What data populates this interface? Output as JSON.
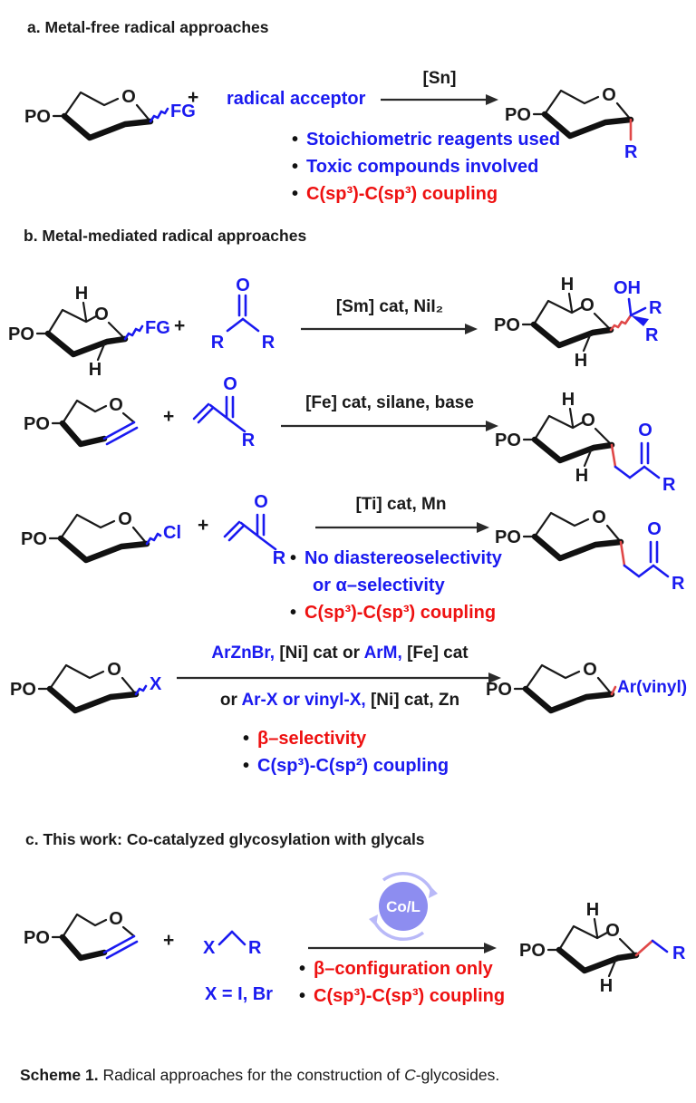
{
  "colors": {
    "blue": "#1a1af0",
    "red": "#ee1111",
    "black": "#1a1a1a",
    "red_bond": "#e04848",
    "badge_fill": "#8d8df0",
    "badge_ring": "#b9b9f8",
    "badge_text": "#ffffff"
  },
  "misc": {
    "bullet": "•",
    "plus": "+"
  },
  "section_a": {
    "heading": "a. Metal-free radical approaches",
    "reactant": {
      "po": "PO",
      "o": "O",
      "fg": "FG"
    },
    "acceptor": "radical acceptor",
    "conditions": "[Sn]",
    "product": {
      "po": "PO",
      "o": "O",
      "r": "R"
    },
    "bullets": [
      {
        "text": "Stoichiometric reagents used",
        "color": "blue"
      },
      {
        "text": "Toxic compounds involved",
        "color": "blue"
      },
      {
        "text": "C(sp³)-C(sp³) coupling",
        "color": "red"
      }
    ]
  },
  "section_b": {
    "heading": "b. Metal-mediated radical approaches",
    "row1": {
      "reactant": {
        "po": "PO",
        "h_top": "H",
        "o": "O",
        "fg": "FG",
        "h_bottom": "H"
      },
      "ketone": {
        "o": "O",
        "r_left": "R",
        "r_right": "R"
      },
      "conditions": "[Sm] cat, NiI₂",
      "product": {
        "po": "PO",
        "h_top": "H",
        "o": "O",
        "oh": "OH",
        "r_right": "R",
        "r_down": "R",
        "h_bottom": "H"
      }
    },
    "row2": {
      "glycal": {
        "po": "PO",
        "o": "O"
      },
      "enone": {
        "o": "O",
        "r": "R"
      },
      "conditions": "[Fe] cat, silane, base",
      "product": {
        "po": "PO",
        "h_top": "H",
        "o": "O",
        "h_bottom": "H",
        "carbonyl_o": "O",
        "r": "R"
      }
    },
    "row3": {
      "reactant": {
        "po": "PO",
        "o": "O",
        "cl": "Cl"
      },
      "enone": {
        "o": "O",
        "r": "R"
      },
      "conditions": "[Ti] cat, Mn",
      "product": {
        "po": "PO",
        "o": "O",
        "carbonyl_o": "O",
        "r": "R"
      },
      "bullets": [
        {
          "text": "No diastereoselectivity",
          "color": "blue"
        },
        {
          "text": "or  α–selectivity",
          "color": "blue"
        },
        {
          "text": "C(sp³)-C(sp³) coupling",
          "color": "red"
        }
      ]
    },
    "row4": {
      "reactant": {
        "po": "PO",
        "o": "O",
        "x": "X"
      },
      "conditions_top": [
        {
          "t": "ArZnBr, ",
          "c": "blue"
        },
        {
          "t": "[Ni] cat or ",
          "c": "black"
        },
        {
          "t": "ArM, ",
          "c": "blue"
        },
        {
          "t": "[Fe] cat",
          "c": "black"
        }
      ],
      "conditions_bottom": [
        {
          "t": "or ",
          "c": "black"
        },
        {
          "t": "Ar-X or vinyl-X, ",
          "c": "blue"
        },
        {
          "t": "[Ni] cat, Zn",
          "c": "black"
        }
      ],
      "product": {
        "po": "PO",
        "o": "O",
        "ar": "Ar(vinyl)"
      },
      "bullets": [
        {
          "text": "β–selectivity",
          "color": "red"
        },
        {
          "text": "C(sp³)-C(sp²) coupling",
          "color": "blue"
        }
      ]
    }
  },
  "section_c": {
    "heading": "c. This work: Co-catalyzed glycosylation with glycals",
    "glycal": {
      "po": "PO",
      "o": "O"
    },
    "halide": {
      "x": "X",
      "r": "R"
    },
    "badge": "Co/L",
    "x_note": "X = I, Br",
    "product": {
      "po": "PO",
      "h_top": "H",
      "o": "O",
      "h_bottom": "H",
      "r": "R"
    },
    "bullets": [
      {
        "text": "β–configuration only",
        "color": "red"
      },
      {
        "text": "C(sp³)-C(sp³) coupling",
        "color": "red"
      }
    ]
  },
  "caption": {
    "label": "Scheme 1.",
    "body": " Radical approaches for the construction of ",
    "italic": "C",
    "tail": "-glycosides."
  }
}
